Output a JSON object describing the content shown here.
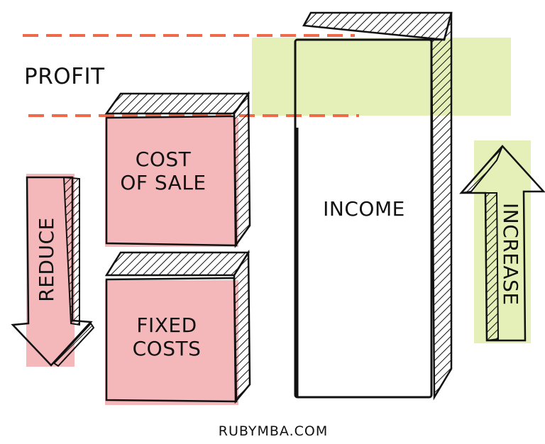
{
  "labels": {
    "profit": "PROFIT",
    "cost_of_sale": "COST\nOF SALE",
    "fixed_costs": "FIXED\nCOSTS",
    "income": "INCOME",
    "reduce": "REDUCE",
    "increase": "INCREASE",
    "footer": "RUBYMBA.COM"
  },
  "colors": {
    "red_fill": "#f4b8bb",
    "green_fill": "#e5f0b8",
    "dash": "#ef6a4a",
    "ink": "#111111"
  }
}
